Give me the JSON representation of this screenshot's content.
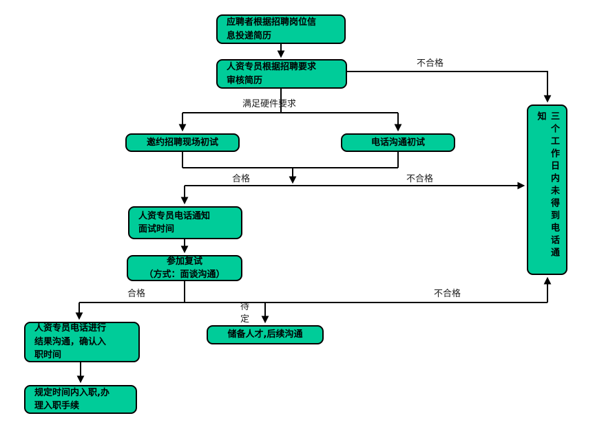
{
  "diagram": {
    "title": "recruitment-interview-flowchart",
    "colors": {
      "node_fill": "#00CC99",
      "node_border": "#000000",
      "line_color": "#000000",
      "background": "#FFFFFF"
    },
    "nodes": {
      "apply": {
        "text": "应聘者根据招聘岗位信\n息投递简历"
      },
      "review": {
        "text": "人资专员根据招聘要求\n审核简历"
      },
      "onsite": {
        "text": "邀约招聘现场初试"
      },
      "phone": {
        "text": "电话沟通初试"
      },
      "notify": {
        "text": "人资专员电话通知\n面试时间"
      },
      "retest": {
        "text": "参加复试\n（方式：面谈沟通）"
      },
      "result": {
        "text": "人资专员电话进行\n结果沟通，确认入\n职时间"
      },
      "onboard": {
        "text": "规定时间内入职,办\n理入职手续"
      },
      "reserve": {
        "text": "储备人才,后续沟通"
      },
      "no_reply": {
        "text": "三个工作日内未得到电话通知"
      }
    },
    "labels": {
      "unqualified_top": "不合格",
      "meets_requirements": "满足硬件要求",
      "qualified_mid": "合格",
      "unqualified_mid": "不合格",
      "qualified_bottom": "合格",
      "pending": "待定",
      "unqualified_bottom": "不合格"
    }
  }
}
